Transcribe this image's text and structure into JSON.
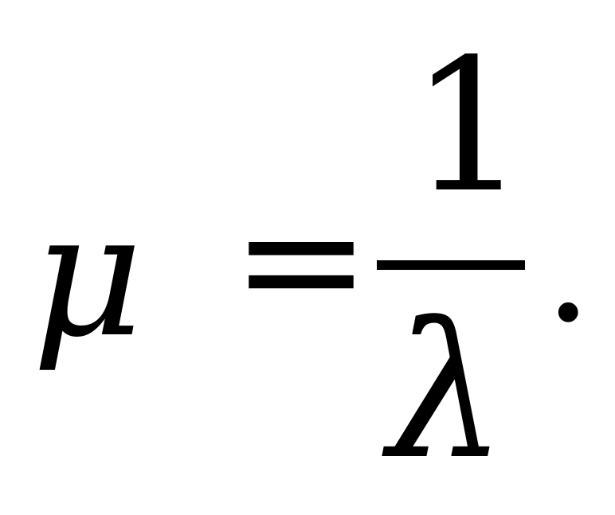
{
  "formula": {
    "lhs": "μ",
    "relation": "=",
    "numerator": "1",
    "denominator": "λ",
    "terminator": "."
  }
}
